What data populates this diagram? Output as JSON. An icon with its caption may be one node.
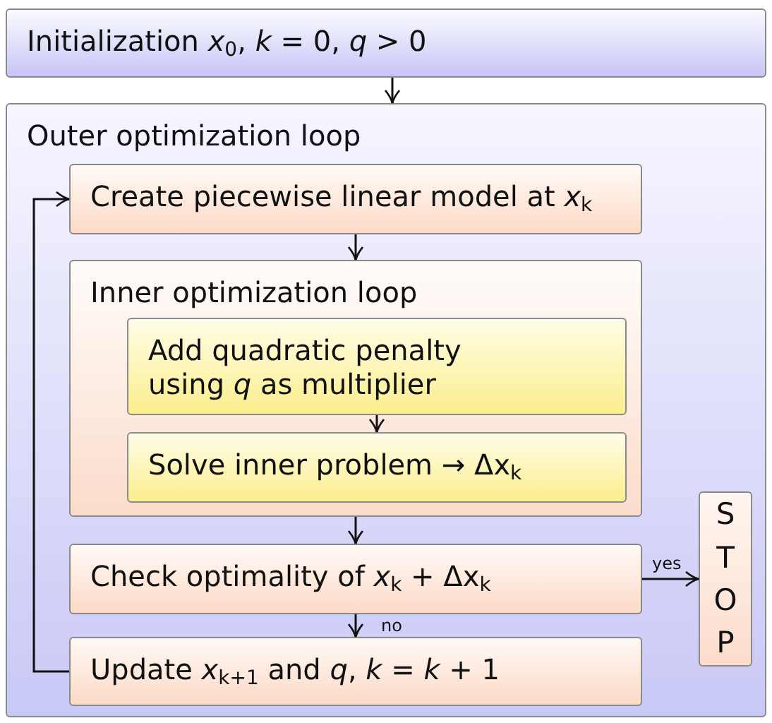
{
  "diagram": {
    "nodes": [
      {
        "text": [
          "Initialization *x*$_{0}$, *k* = 0, *q* > 0"
        ]
      },
      {
        "text": [
          "Outer optimization loop"
        ]
      },
      {
        "text": [
          "Create piecewise linear model at *x*$_{k}$"
        ],
        "in": 1
      },
      {
        "text": [
          "Inner optimization loop"
        ],
        "in": 1
      },
      {
        "text": [
          "Add quadratic penalty using *q* as multiplier"
        ],
        "in": 3
      },
      {
        "text": [
          "Solve inner problem → Δx$_{k}$"
        ],
        "in": 3
      },
      {
        "text": [
          "Check optimality of *x*$_{k}$ + Δx$_{k}$"
        ],
        "in": 1
      },
      {
        "text": [
          "Update *x*$_{k+1}$ and *q*, *k* = *k* + 1"
        ],
        "in": 1
      },
      {
        "text": [
          "STOP"
        ],
        "in": 1
      }
    ],
    "edges": [
      {
        "from": 0,
        "to": 1,
        "arrow": "to"
      },
      {
        "from": 2,
        "to": 3,
        "arrow": "to"
      },
      {
        "from": 4,
        "to": 5,
        "arrow": "to"
      },
      {
        "from": 3,
        "to": 6,
        "arrow": "to"
      },
      {
        "from": 6,
        "to": 8,
        "arrow": "to",
        "label": "yes"
      },
      {
        "from": 6,
        "to": 7,
        "arrow": "to",
        "label": "no"
      },
      {
        "from": 7,
        "to": 2,
        "arrow": "to"
      }
    ]
  }
}
